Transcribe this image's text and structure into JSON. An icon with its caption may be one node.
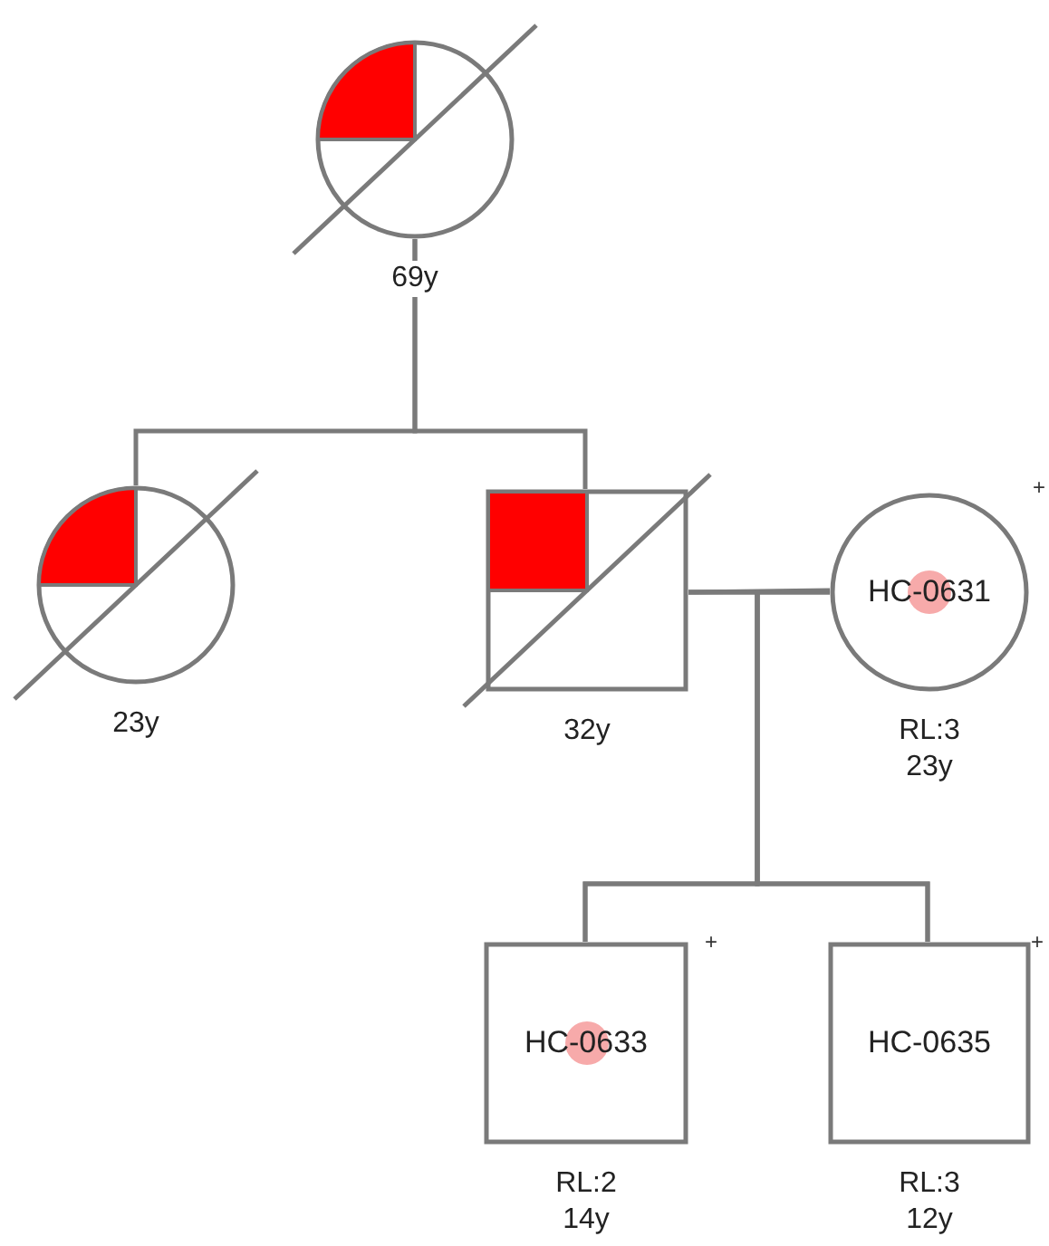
{
  "diagram": {
    "nodes": [
      {
        "text": [],
        "shape": "circle",
        "beside": [
          "69y"
        ]
      },
      {
        "text": [],
        "shape": "circle",
        "beside": [
          "23y"
        ]
      },
      {
        "text": [],
        "shape": "box",
        "beside": [
          "32y"
        ]
      },
      {
        "text": [
          "HC-0631"
        ],
        "beside": [
          "RL:3",
          "23y",
          "+"
        ]
      },
      {
        "text": [
          "HC-0633"
        ],
        "beside": [
          "RL:2",
          "14y",
          "+"
        ]
      },
      {
        "text": [
          "HC-0635"
        ],
        "beside": [
          "RL:3",
          "12y",
          "+"
        ]
      }
    ],
    "edges": [
      {
        "from": 0,
        "to": 1,
        "arrow": "none"
      },
      {
        "from": 0,
        "to": 2,
        "arrow": "none"
      },
      {
        "from": 2,
        "to": 3,
        "arrow": "none"
      },
      {
        "from": 2,
        "to": 4,
        "arrow": "none"
      },
      {
        "from": 2,
        "to": 5,
        "arrow": "none"
      },
      {
        "from": 3,
        "to": 4,
        "arrow": "none"
      },
      {
        "from": 3,
        "to": 5,
        "arrow": "none"
      }
    ]
  }
}
